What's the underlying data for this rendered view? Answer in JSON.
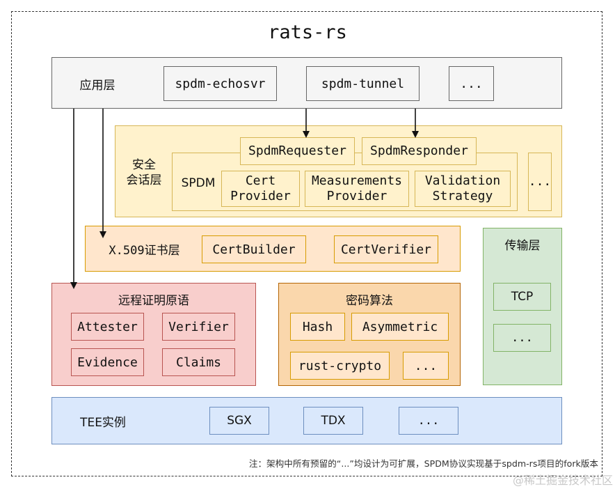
{
  "title": "rats-rs",
  "app_layer": {
    "label": "应用层",
    "items": [
      "spdm-echosvr",
      "spdm-tunnel",
      "..."
    ]
  },
  "session_layer": {
    "label_line1": "安全",
    "label_line2": "会话层",
    "requester": "SpdmRequester",
    "responder": "SpdmResponder",
    "spdm_label": "SPDM",
    "cert_provider_1": "Cert",
    "cert_provider_2": "Provider",
    "measurements_provider_1": "Measurements",
    "measurements_provider_2": "Provider",
    "validation_strategy_1": "Validation",
    "validation_strategy_2": "Strategy",
    "more": "..."
  },
  "x509_layer": {
    "label": "X.509证书层",
    "builder": "CertBuilder",
    "verifier": "CertVerifier"
  },
  "transport_layer": {
    "label": "传输层",
    "tcp": "TCP",
    "more": "..."
  },
  "attestation": {
    "label": "远程证明原语",
    "attester": "Attester",
    "verifier": "Verifier",
    "evidence": "Evidence",
    "claims": "Claims"
  },
  "crypto": {
    "label": "密码算法",
    "hash": "Hash",
    "asymmetric": "Asymmetric",
    "rust_crypto": "rust-crypto",
    "more": "..."
  },
  "tee": {
    "label": "TEE实例",
    "sgx": "SGX",
    "tdx": "TDX",
    "more": "..."
  },
  "note": "注：架构中所有预留的“...”均设计为可扩展，SPDM协议实现基于spdm-rs项目的fork版本",
  "watermark": "@稀土掘金技术社区"
}
